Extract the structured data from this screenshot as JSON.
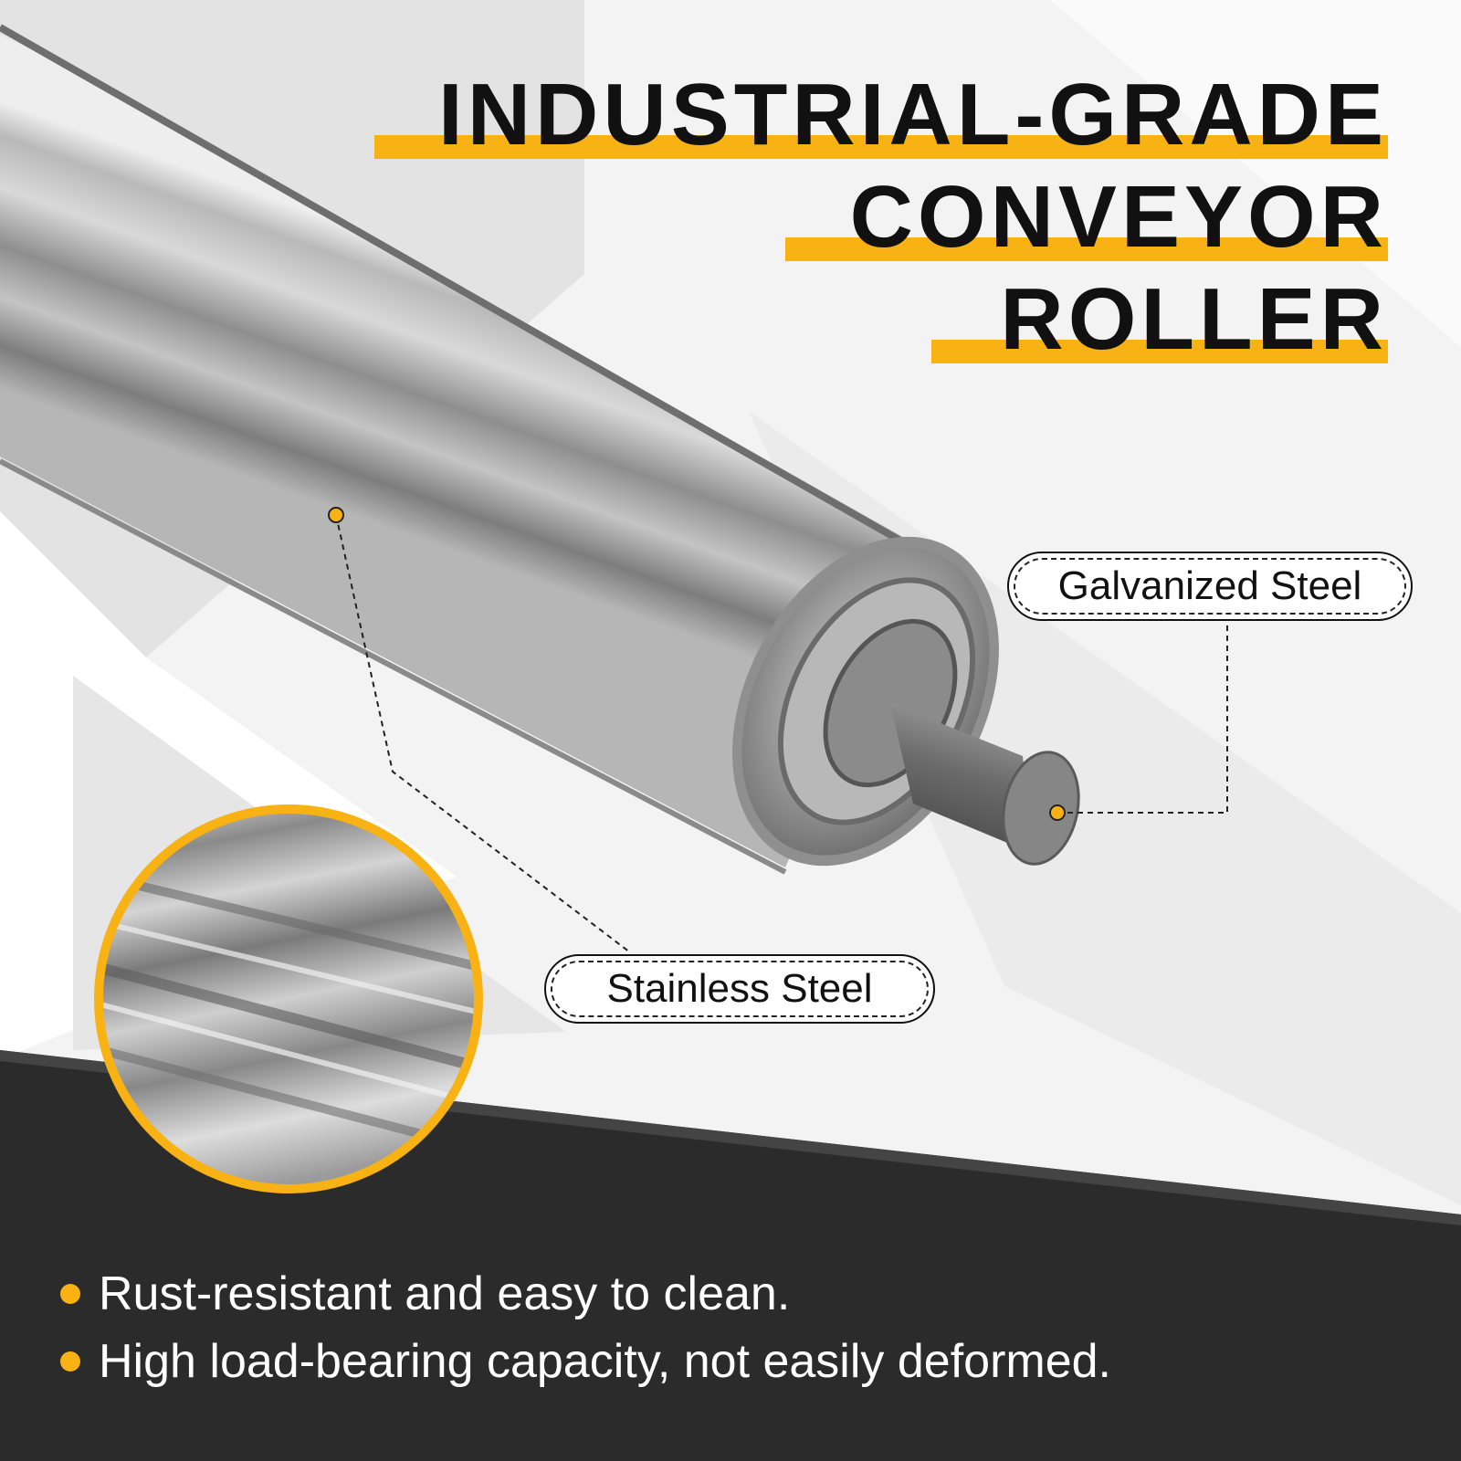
{
  "title": {
    "lines": [
      "INDUSTRIAL-GRADE",
      "CONVEYOR",
      "ROLLER"
    ]
  },
  "callouts": {
    "galvanized": "Galvanized Steel",
    "stainless": "Stainless Steel"
  },
  "features": [
    "Rust-resistant and easy to clean.",
    "High load-bearing capacity, not easily deformed."
  ],
  "colors": {
    "accent": "#f8b214",
    "dark": "#2b2b2b",
    "text": "#111111"
  }
}
